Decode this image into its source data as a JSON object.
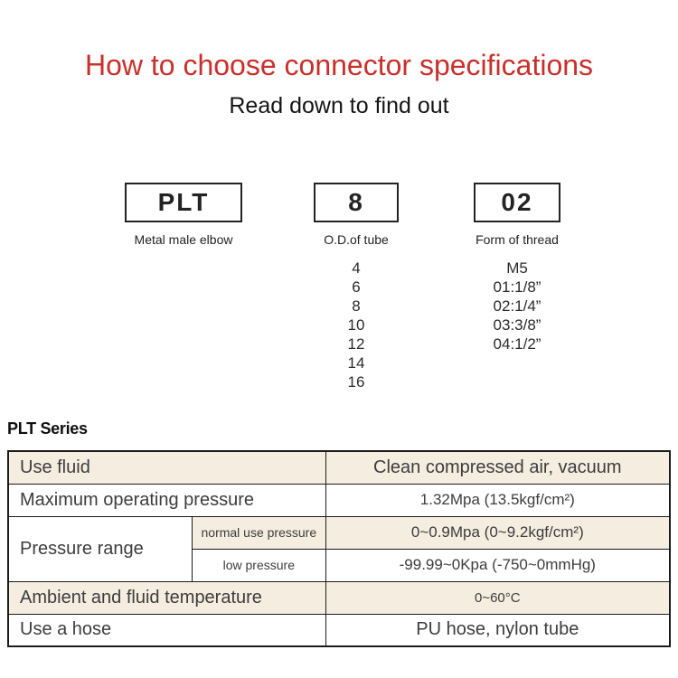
{
  "header": {
    "title": "How to choose connector specifications",
    "title_color": "#c9302c",
    "subtitle": "Read down to find out"
  },
  "selector": {
    "columns": [
      {
        "code": "PLT",
        "label": "Metal male elbow",
        "options": []
      },
      {
        "code": "8",
        "label": "O.D.of tube",
        "options": [
          "4",
          "6",
          "8",
          "10",
          "12",
          "14",
          "16"
        ]
      },
      {
        "code": "02",
        "label": "Form of thread",
        "options": [
          "M5",
          "01:1/8”",
          "02:1/4”",
          "03:3/8”",
          "04:1/2”"
        ]
      }
    ]
  },
  "series_heading": "PLT Series",
  "spec_table": {
    "cream_color": "#f4ede0",
    "border_color": "#1c1c1c",
    "rows": {
      "use_fluid": {
        "label": "Use fluid",
        "value": "Clean compressed air, vacuum"
      },
      "max_pressure": {
        "label": "Maximum operating pressure",
        "value": "1.32Mpa (13.5kgf/cm²)"
      },
      "pressure_range": {
        "label": "Pressure range",
        "normal": {
          "label": "normal use pressure",
          "value": "0~0.9Mpa (0~9.2kgf/cm²)"
        },
        "low": {
          "label": "low pressure",
          "value": "-99.99~0Kpa (-750~0mmHg)"
        }
      },
      "temperature": {
        "label": "Ambient and fluid temperature",
        "value": "0~60°C"
      },
      "hose": {
        "label": "Use a hose",
        "value": "PU hose, nylon tube"
      }
    }
  }
}
